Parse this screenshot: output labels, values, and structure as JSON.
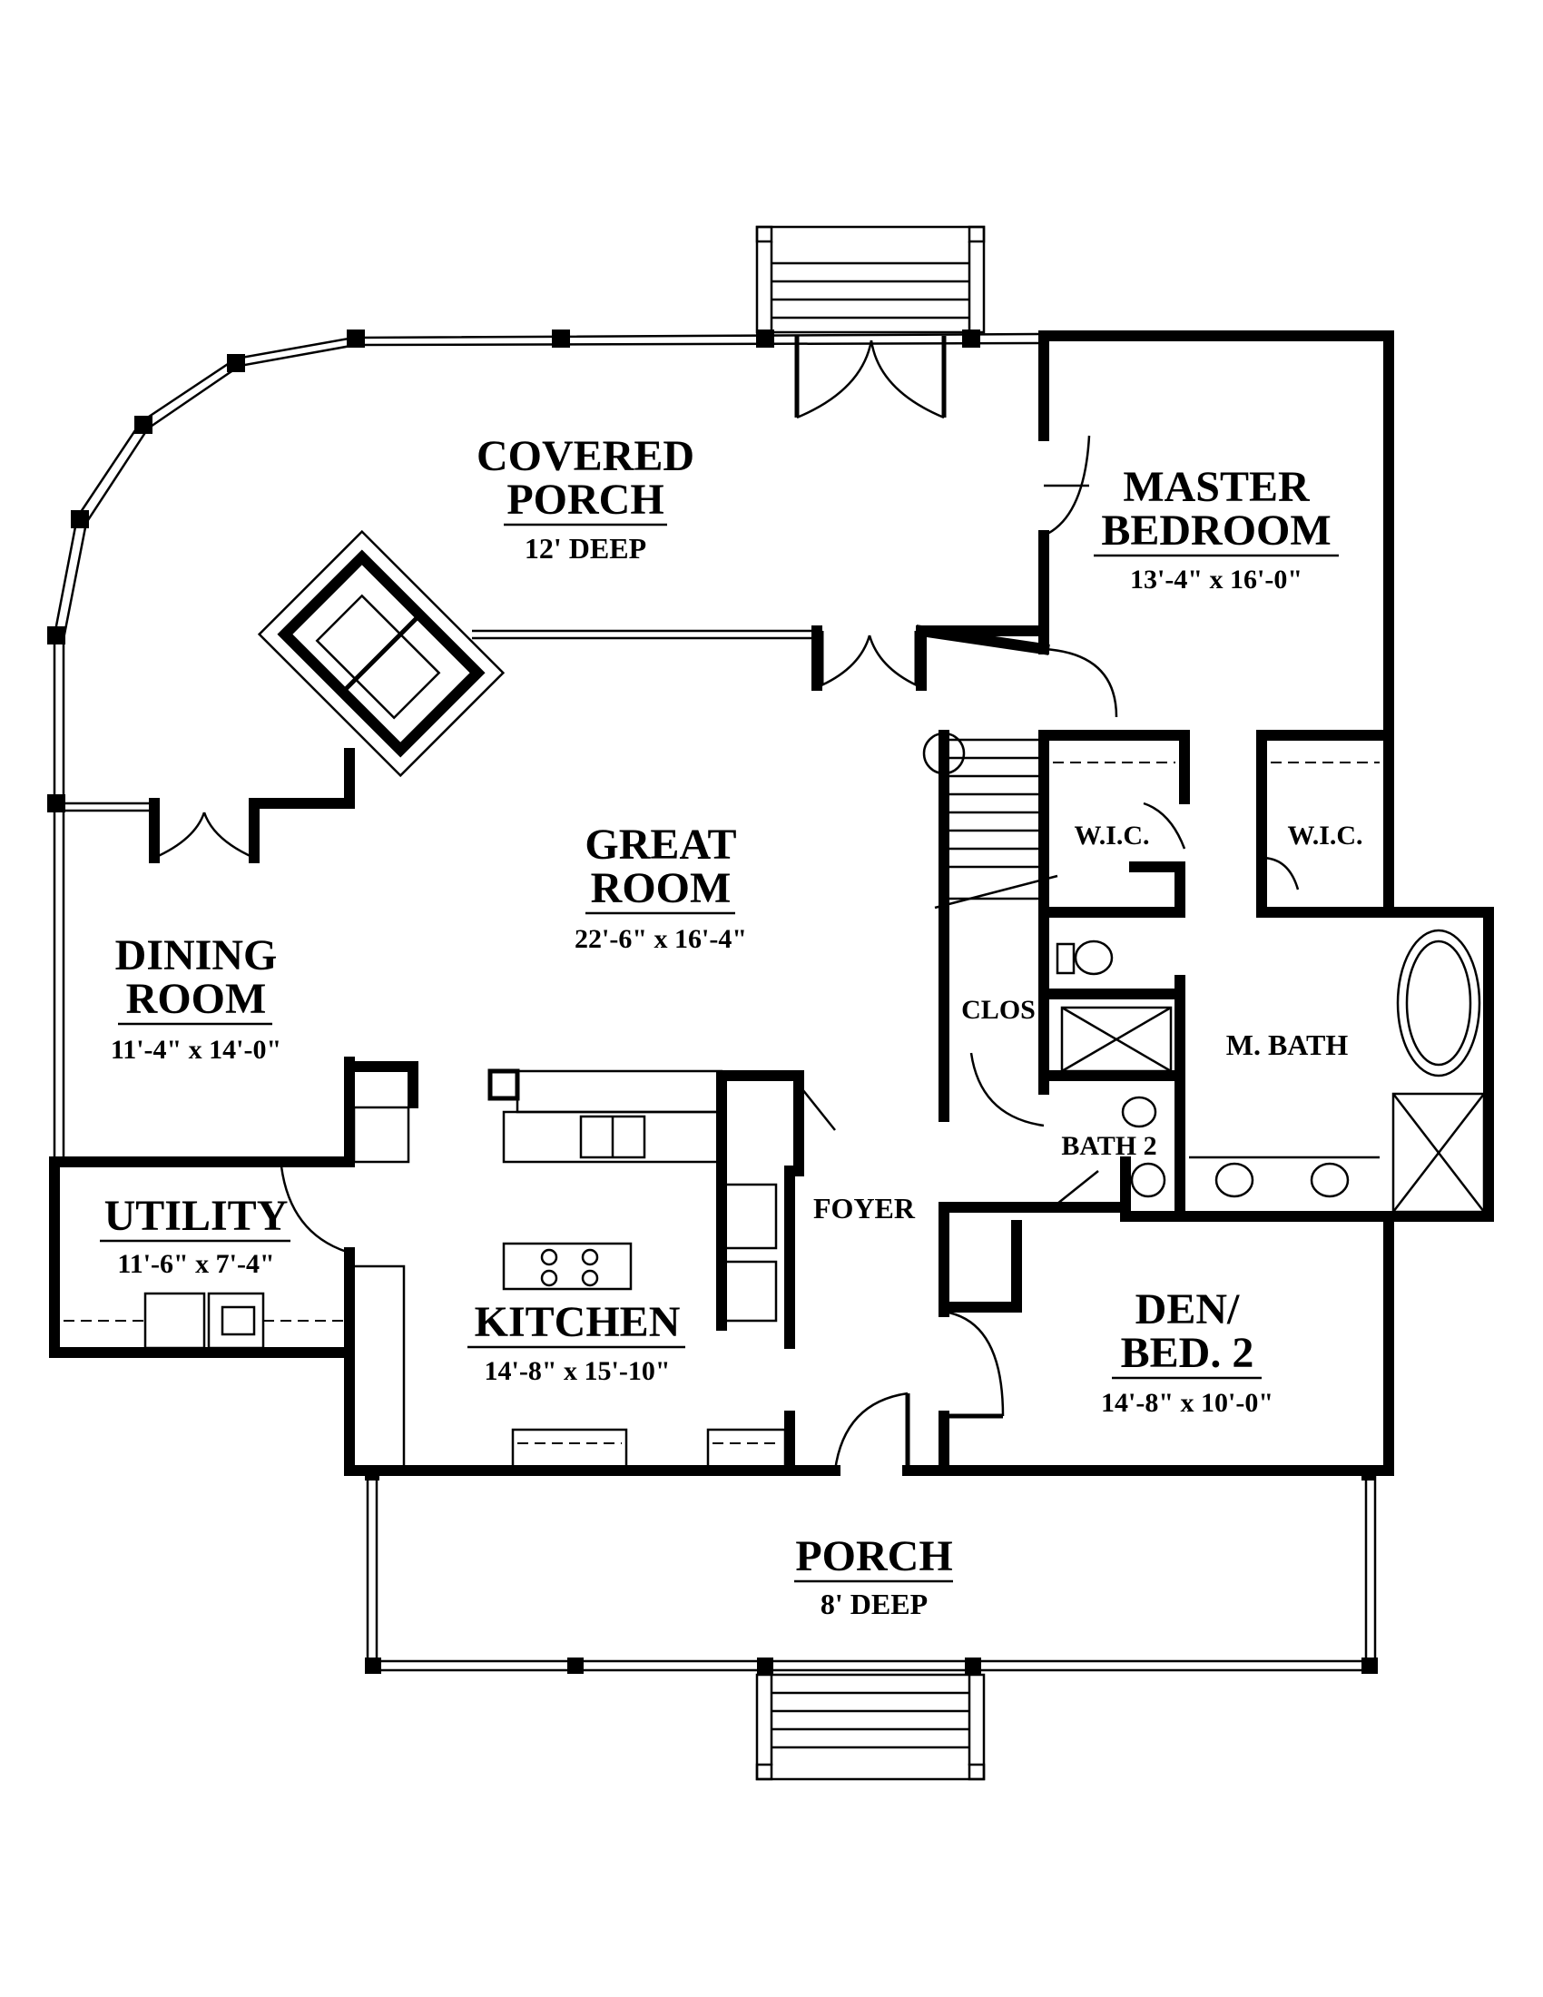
{
  "rooms": {
    "covered_porch": {
      "name_line1": "COVERED",
      "name_line2": "PORCH",
      "dim": "12' DEEP"
    },
    "master_bedroom": {
      "name_line1": "MASTER",
      "name_line2": "BEDROOM",
      "dim": "13'-4\" x 16'-0\""
    },
    "great_room": {
      "name_line1": "GREAT",
      "name_line2": "ROOM",
      "dim": "22'-6\" x 16'-4\""
    },
    "dining_room": {
      "name_line1": "DINING",
      "name_line2": "ROOM",
      "dim": "11'-4\" x 14'-0\""
    },
    "utility": {
      "name": "UTILITY",
      "dim": "11'-6\" x 7'-4\""
    },
    "kitchen": {
      "name": "KITCHEN",
      "dim": "14'-8\" x 15'-10\""
    },
    "den": {
      "name_line1": "DEN/",
      "name_line2": "BED. 2",
      "dim": "14'-8\" x 10'-0\""
    },
    "porch": {
      "name": "PORCH",
      "dim": "8' DEEP"
    }
  },
  "labels": {
    "wic_left": "W.I.C.",
    "wic_right": "W.I.C.",
    "closet": "CLOS",
    "master_bath": "M. BATH",
    "bath2": "BATH 2",
    "foyer": "FOYER"
  }
}
